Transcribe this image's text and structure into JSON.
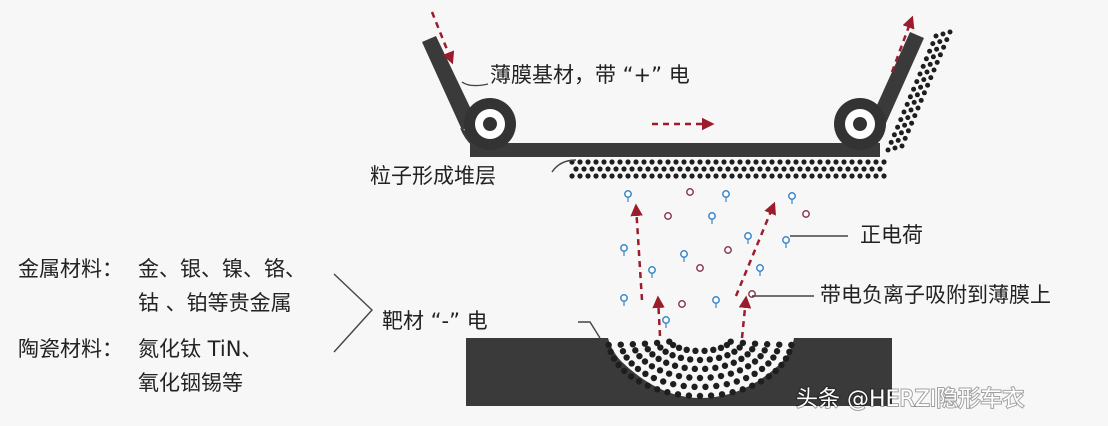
{
  "labels": {
    "film_substrate": "薄膜基材，带 “+” 电",
    "particle_stack": "粒子形成堆层",
    "positive_charge": "正电荷",
    "ion_adhesion": "带电负离子吸附到薄膜上",
    "target": "靶材 “-” 电",
    "metal_title": "金属材料：",
    "metal_line1": "金、银、镍、铬、",
    "metal_line2": "钴 、铂等贵金属",
    "ceramic_title": "陶瓷材料：",
    "ceramic_line1": "氮化钛 TiN、",
    "ceramic_line2": "氧化铟锡等"
  },
  "watermark": "头条 @HERZI隐形车衣",
  "colors": {
    "belt": "#3a3a3a",
    "arrow": "#9b1c2a",
    "particle_dot": "#1e1e1e",
    "positive_ion": "#3a86c8",
    "negative_ion": "#8a3a5a"
  }
}
